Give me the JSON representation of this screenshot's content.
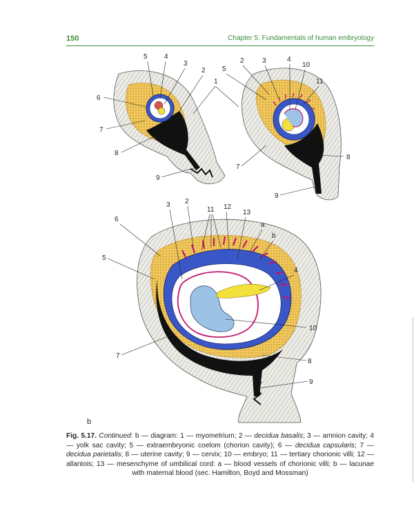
{
  "header": {
    "page_number": "150",
    "chapter_title": "Chapter 5. Fundamentals of human embryology"
  },
  "colors": {
    "accent": "#3b8e3a",
    "myometrium": "#e9e7e2",
    "decidua": "#f2c75a",
    "cavity_dark": "#101010",
    "chorion_blue": "#3a57c8",
    "villi_magenta": "#c0166e",
    "yolk_yellow": "#f3e03b",
    "embryo_blue": "#9cc3e6"
  },
  "figure": {
    "panel_letter": "b",
    "labels": {
      "top_left": [
        "5",
        "4",
        "3",
        "2",
        "1",
        "6",
        "7",
        "8",
        "9"
      ],
      "top_right": [
        "5",
        "2",
        "3",
        "4",
        "10",
        "11",
        "8",
        "7",
        "9"
      ],
      "bottom": [
        "3",
        "2",
        "11",
        "12",
        "13",
        "a",
        "b",
        "6",
        "5",
        "4",
        "10",
        "7",
        "8",
        "9"
      ]
    }
  },
  "caption": {
    "fig_number": "Fig. 5.17.",
    "continued": "Continued",
    "text_1": ": b — diagram: 1 — myometrium; 2 — ",
    "decidua_basalis": "decidua basalis",
    "text_2": "; 3 — amnion cavity; 4 — yolk sac cavity; 5 — extraembryonic coelom (chorion cavity); 6 — ",
    "decidua_capsularis": "decidua capsularis",
    "text_3": "; 7 — ",
    "decidua_parietalis": "decidua parietalis",
    "text_4": "; 8 — uterine cavity; 9 — cervix; 10 — embryo; 11 — tertiary chorionic villi; 12 — allantois; 13 — mesenchyme of umbilical cord: a — blood vessels of chorionic villi; b — lacunae with maternal blood (sec. Hamilton, Boyd and Mossman)"
  }
}
